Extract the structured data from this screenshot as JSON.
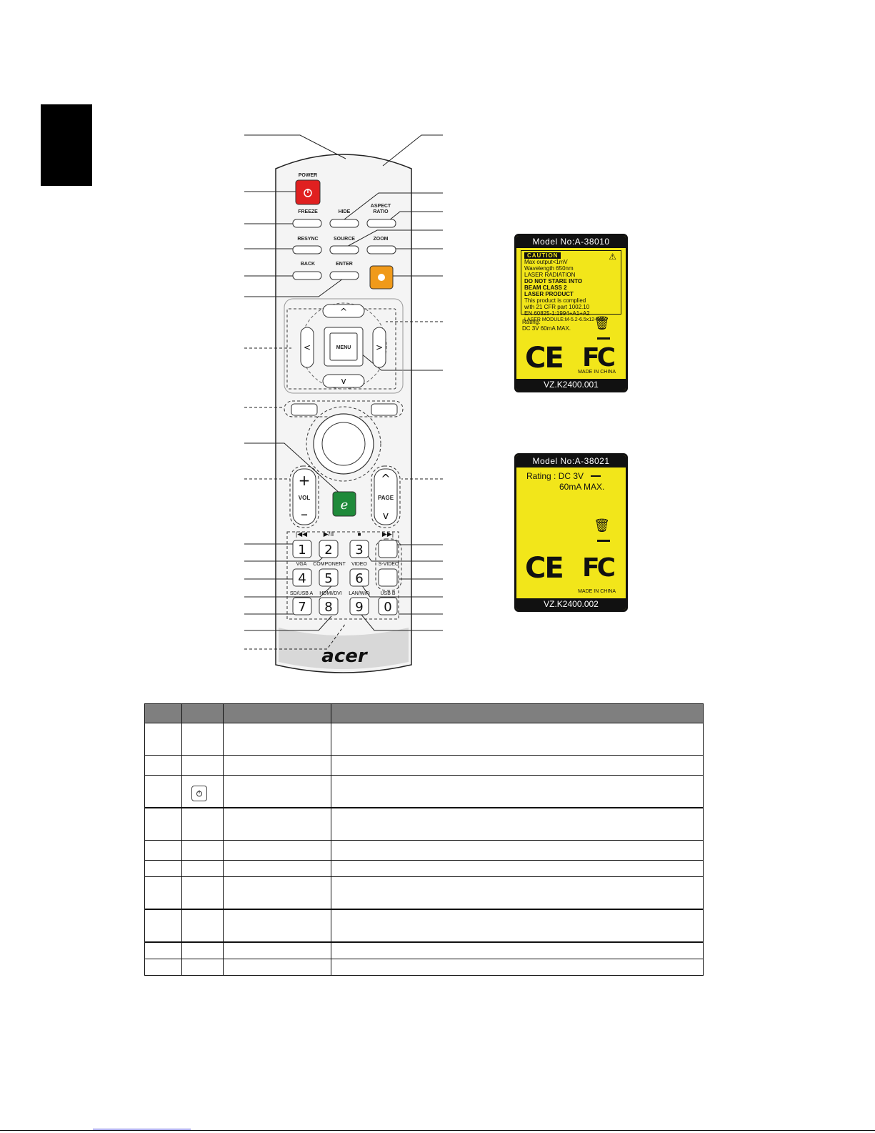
{
  "remote": {
    "buttons": {
      "power": "POWER",
      "freeze": "FREEZE",
      "hide": "HIDE",
      "aspect_ratio_line1": "ASPECT",
      "aspect_ratio_line2": "RATIO",
      "resync": "RESYNC",
      "source": "SOURCE",
      "zoom": "ZOOM",
      "back": "BACK",
      "enter": "ENTER",
      "menu": "MENU",
      "vol": "VOL",
      "page": "PAGE",
      "e_key": "e",
      "plus": "+",
      "minus": "–"
    },
    "keypad": {
      "keys": [
        "1",
        "2",
        "3",
        "4",
        "5",
        "6",
        "7",
        "8",
        "9",
        "0"
      ],
      "vga": "VGA",
      "component": "COMPONENT",
      "video": "VIDEO",
      "s_video": "S-VIDEO",
      "sd_usb_a": "SD/USB A",
      "hdmi_dvi": "HDMI/DVI",
      "lan_wifi": "LAN/WiFi",
      "usb_b": "USB B"
    },
    "brand": "acer"
  },
  "label1": {
    "model": "Model No:A-38010",
    "caution": "CAUTION",
    "lines": [
      "Max output<1mV",
      "Wavelength 650nm",
      "LASER RADIATION",
      "DO NOT STARE INTO",
      "BEAM CLASS 2",
      "LASER PRODUCT",
      "This product is complied",
      "with 21 CFR part 1002.10",
      "EN 60825-1:1994+A1+A2",
      "LASER MODULE:M-5.2-6.5x12-6x6"
    ],
    "rating_line1": "Rating:",
    "rating_line2": "DC 3V 60mA MAX.",
    "made_in": "MADE IN CHINA",
    "part": "VZ.K2400.001"
  },
  "label2": {
    "model": "Model No:A-38021",
    "rating_line1": "Rating : DC 3V",
    "rating_line2": "60mA MAX.",
    "made_in": "MADE IN CHINA",
    "part": "VZ.K2400.002"
  },
  "marks": {
    "ce": "CE",
    "fc": "FC"
  }
}
